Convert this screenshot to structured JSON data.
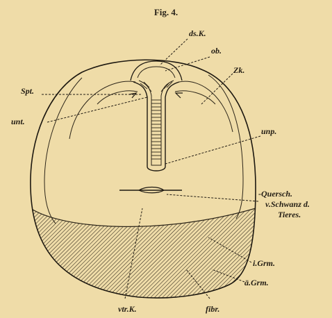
{
  "figure": {
    "title": "Fig. 4.",
    "labels": {
      "dsk": "ds.K.",
      "ob": "ob.",
      "zk": "Zk.",
      "spt": "Spt.",
      "unt": "unt.",
      "unp": "unp.",
      "quersch1": "-Quersch.",
      "quersch2": "v.Schwanz d.",
      "quersch3": "Tieres.",
      "igrm": "i.Grm.",
      "agrm": "ä.Grm.",
      "vtrk": "vtr.K.",
      "fibr": "fibr."
    }
  },
  "colors": {
    "background": "#efdca8",
    "ink": "#231d14"
  }
}
